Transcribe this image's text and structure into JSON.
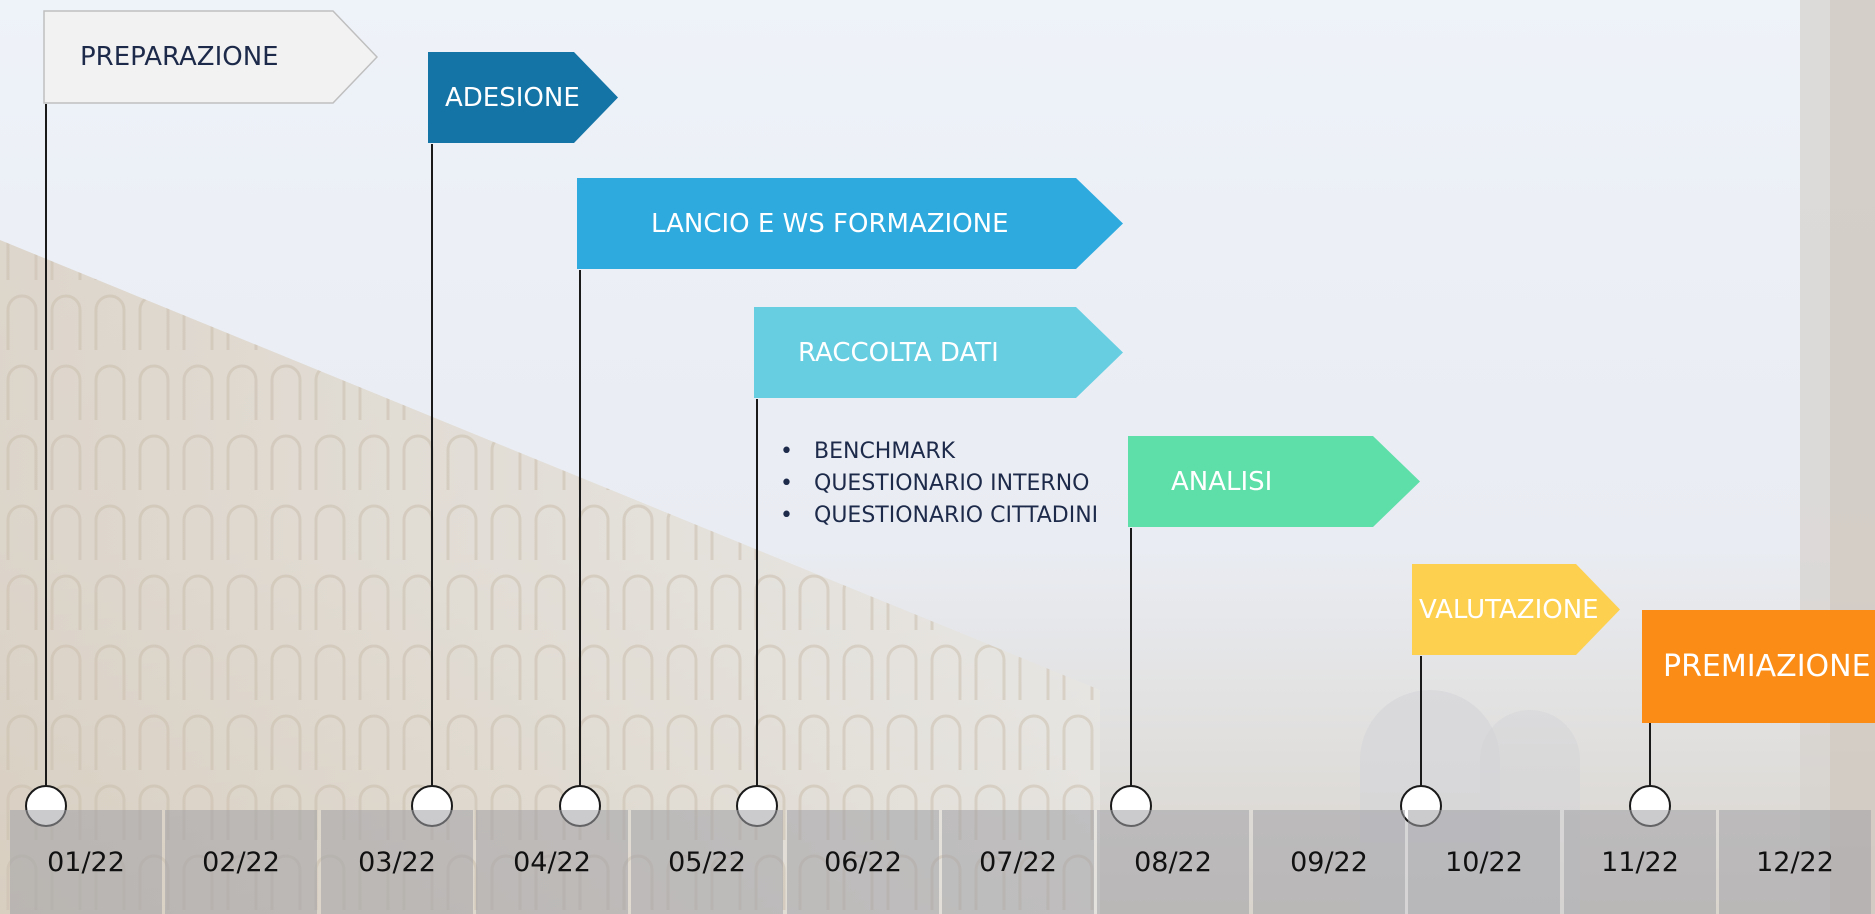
{
  "phases": [
    {
      "label": "PREPARAZIONE",
      "fill": "#f2f2f2",
      "text_color": "#1d2a4a",
      "border": "#bfbfbf"
    },
    {
      "label": "ADESIONE",
      "fill": "#1574a6",
      "text_color": "#ffffff"
    },
    {
      "label": "LANCIO E WS FORMAZIONE",
      "fill": "#2eaadf",
      "text_color": "#ffffff"
    },
    {
      "label": "RACCOLTA DATI",
      "fill": "#67cee2",
      "text_color": "#ffffff"
    },
    {
      "label": "ANALISI",
      "fill": "#5edea8",
      "text_color": "#ffffff"
    },
    {
      "label": "VALUTAZIONE",
      "fill": "#fdd04f",
      "text_color": "#ffffff"
    },
    {
      "label": "PREMIAZIONE",
      "fill": "#fb8c15",
      "text_color": "#ffffff"
    }
  ],
  "raccolta_items": [
    "BENCHMARK",
    "QUESTIONARIO INTERNO",
    "QUESTIONARIO CITTADINI"
  ],
  "months": [
    "01/22",
    "02/22",
    "03/22",
    "04/22",
    "05/22",
    "06/22",
    "07/22",
    "08/22",
    "09/22",
    "10/22",
    "11/22",
    "12/22"
  ]
}
